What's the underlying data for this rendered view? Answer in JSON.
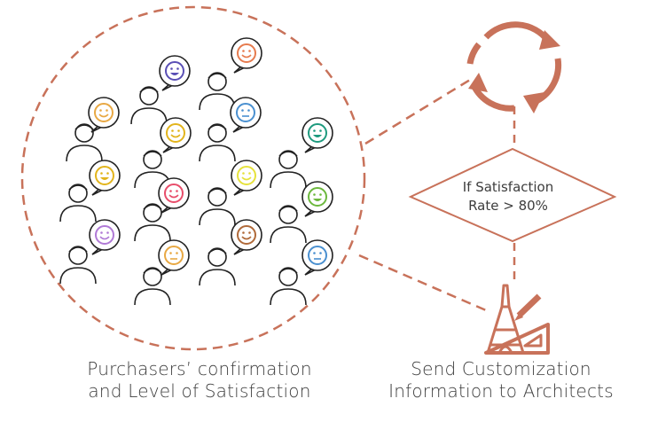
{
  "decision": {
    "line1": "If Satisfaction",
    "line2": "Rate > 80%"
  },
  "captions": {
    "left_line1": "Purchasers’ confirmation",
    "left_line2": "and Level of Satisfaction",
    "right_line1": "Send Customization",
    "right_line2": "Information to Architects"
  },
  "colors": {
    "accent": "#c8725a",
    "line": "#222222"
  },
  "icons": [
    "refresh-cycle-icon",
    "architect-tools-icon",
    "person-icon",
    "smiley-speech-bubble-icon"
  ],
  "crowd": [
    {
      "face": "smile",
      "color": "#e8a843"
    },
    {
      "face": "grin",
      "color": "#5a4fb5"
    },
    {
      "face": "smile",
      "color": "#e67b4e"
    },
    {
      "face": "neutral",
      "color": "#4a90d0"
    },
    {
      "face": "grin",
      "color": "#e2b41c"
    },
    {
      "face": "smile",
      "color": "#e2b41c"
    },
    {
      "face": "grin",
      "color": "#1e9a7e"
    },
    {
      "face": "smile",
      "color": "#e6e23c"
    },
    {
      "face": "smile",
      "color": "#e84d6a"
    },
    {
      "face": "grin",
      "color": "#6cb83d"
    },
    {
      "face": "smile",
      "color": "#b07ad6"
    },
    {
      "face": "smile",
      "color": "#b06a3a"
    },
    {
      "face": "neutral",
      "color": "#e8a843"
    },
    {
      "face": "neutral",
      "color": "#4a90d0"
    }
  ]
}
